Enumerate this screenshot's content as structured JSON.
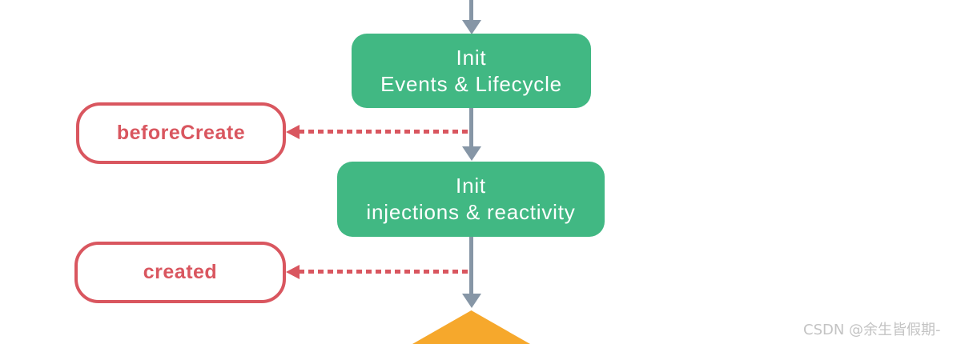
{
  "colors": {
    "green": "#41b883",
    "red": "#d9565f",
    "gray": "#8696a6",
    "orange": "#f6a82c",
    "watermark": "#c3c3c3"
  },
  "flow": {
    "node_init_events": {
      "line1": "Init",
      "line2": "Events & Lifecycle"
    },
    "hook_before_create": {
      "label": "beforeCreate"
    },
    "node_init_injections": {
      "line1": "Init",
      "line2": "injections & reactivity"
    },
    "hook_created": {
      "label": "created"
    }
  },
  "watermark": {
    "text": "CSDN @余生皆假期-"
  }
}
